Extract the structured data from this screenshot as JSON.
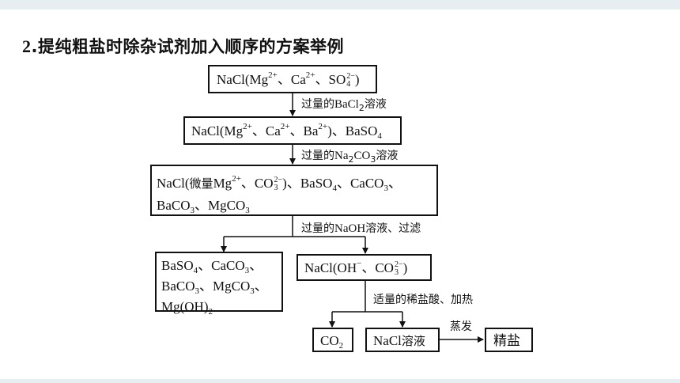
{
  "title": {
    "num": "2",
    "text": ".提纯粗盐时除杂试剂加入顺序的方案举例"
  },
  "boxes": {
    "b1": {
      "prefix": "NaCl(Mg",
      "mg_charge": "2+",
      "sep1": "、Ca",
      "ca_charge": "2+",
      "sep2": "、SO",
      "so4_sub": "4",
      "so4_charge": "2−",
      "suffix": ")"
    },
    "b2": {
      "prefix": "NaCl(Mg",
      "mg_charge": "2+",
      "sep1": "、Ca",
      "ca_charge": "2+",
      "sep2": "、Ba",
      "ba_charge": "2+",
      "suffix": ")、BaSO",
      "baso4_sub": "4"
    },
    "b3": {
      "line1_a": "NaCl(",
      "line1_b": "微量",
      "line1_c": "Mg",
      "mg_charge": "2+",
      "line1_d": "、CO",
      "co3_sub": "3",
      "co3_charge": "2−",
      "line1_e": ")、BaSO",
      "baso4_sub": "4",
      "line1_f": "、CaCO",
      "caco3_sub": "3",
      "line1_g": "、",
      "line2_a": "BaCO",
      "baco3_sub": "3",
      "line2_b": "、MgCO",
      "mgco3_sub": "3"
    },
    "b4": {
      "l1a": "BaSO",
      "l1a_sub": "4",
      "l1b": "、CaCO",
      "l1b_sub": "3",
      "l1c": "、",
      "l2a": "BaCO",
      "l2a_sub": "3",
      "l2b": "、MgCO",
      "l2b_sub": "3",
      "l2c": "、",
      "l3a": "Mg(OH)",
      "l3a_sub": "2"
    },
    "b5": {
      "a": "NaCl(OH",
      "oh_charge": "−",
      "b": "、CO",
      "co3_sub": "3",
      "co3_charge": "2−",
      "c": ")"
    },
    "b6": {
      "a": "CO",
      "sub": "2"
    },
    "b7": {
      "a": "NaCl",
      "b": "溶液"
    },
    "b8": {
      "a": "精盐"
    }
  },
  "labels": {
    "step1": {
      "a": "过量的",
      "b": "BaCl",
      "sub": "2",
      "c": "溶液"
    },
    "step2": {
      "a": "过量的",
      "b": "Na",
      "sub1": "2",
      "c": "CO",
      "sub2": "3",
      "d": "溶液"
    },
    "step3": {
      "a": "过量的",
      "b": "NaOH",
      "c": "溶液、过滤"
    },
    "step4": {
      "a": "适量的稀盐酸、加热"
    },
    "step5": {
      "a": "蒸发"
    }
  }
}
